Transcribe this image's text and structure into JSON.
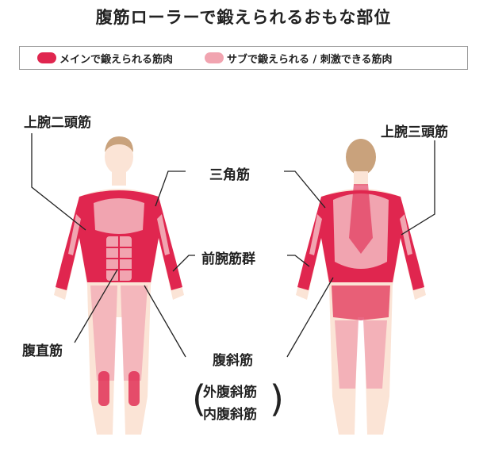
{
  "title": "腹筋ローラーで鍛えられるおもな部位",
  "legend": {
    "main": {
      "label": "メインで鍛えられる筋肉",
      "color": "#e0264f"
    },
    "sub": {
      "label": "サブで鍛えられる / 刺激できる筋肉",
      "color": "#f1a4b0"
    }
  },
  "labels": {
    "biceps": "上腕二頭筋",
    "deltoid": "三角筋",
    "triceps": "上腕三頭筋",
    "forearm": "前腕筋群",
    "rectus": "腹直筋",
    "oblique": "腹斜筋",
    "external_oblique": "外腹斜筋",
    "internal_oblique": "内腹斜筋"
  },
  "colors": {
    "skin": "#fbe4d6",
    "hair": "#c9a27c",
    "main": "#e0264f",
    "sub": "#f1a4b0"
  }
}
